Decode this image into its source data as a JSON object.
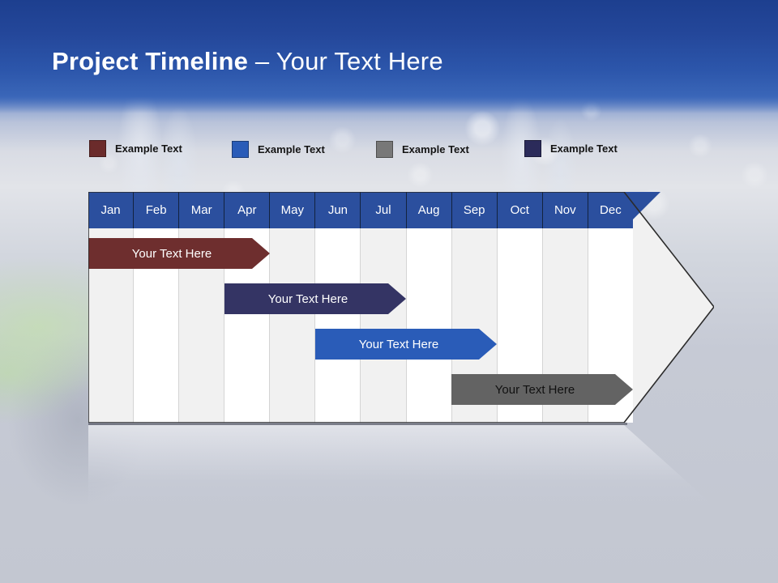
{
  "slide": {
    "title_strong": "Project Timeline",
    "title_light": " – Your Text Here"
  },
  "legend": {
    "items": [
      {
        "label": "Example Text",
        "color": "#6b2b2b",
        "name": "legend-item-1"
      },
      {
        "label": "Example Text",
        "color": "#2a5cb8",
        "name": "legend-item-2"
      },
      {
        "label": "Example Text",
        "color": "#787878",
        "name": "legend-item-3"
      },
      {
        "label": "Example Text",
        "color": "#2b2b5a",
        "name": "legend-item-4"
      }
    ]
  },
  "chart_data": {
    "type": "bar",
    "title": "Project Timeline – Your Text Here",
    "xlabel": "",
    "ylabel": "",
    "categories": [
      "Jan",
      "Feb",
      "Mar",
      "Apr",
      "May",
      "Jun",
      "Jul",
      "Aug",
      "Sep",
      "Oct",
      "Nov",
      "Dec"
    ],
    "legend_position": "top-left",
    "grid": true,
    "series": [
      {
        "name": "Example Text",
        "label": "Your  Text Here",
        "color": "#6e2e2e",
        "start_month": "Jan",
        "end_month": "May",
        "start_index": 0,
        "end_index": 4,
        "row": 1
      },
      {
        "name": "Example Text",
        "label": "Your  Text Here",
        "color": "#343464",
        "start_month": "Apr",
        "end_month": "Jul",
        "start_index": 3,
        "end_index": 7,
        "row": 2
      },
      {
        "name": "Example Text",
        "label": "Your  Text Here",
        "color": "#2a5cb8",
        "start_month": "Jun",
        "end_month": "Sep",
        "start_index": 5,
        "end_index": 9,
        "row": 3
      },
      {
        "name": "Example Text",
        "label": "Your  Text Here",
        "color": "#636363",
        "start_month": "Sep",
        "end_month": "Dec",
        "start_index": 8,
        "end_index": 12,
        "row": 4
      }
    ]
  },
  "colors": {
    "banner_blue": "#2b4fa0",
    "header_blue": "#2b4f9e",
    "chart_body": "#f1f1f1",
    "dark_red": "#6e2e2e",
    "navy": "#343464",
    "royal_blue": "#2a5cb8",
    "gray": "#636363"
  }
}
